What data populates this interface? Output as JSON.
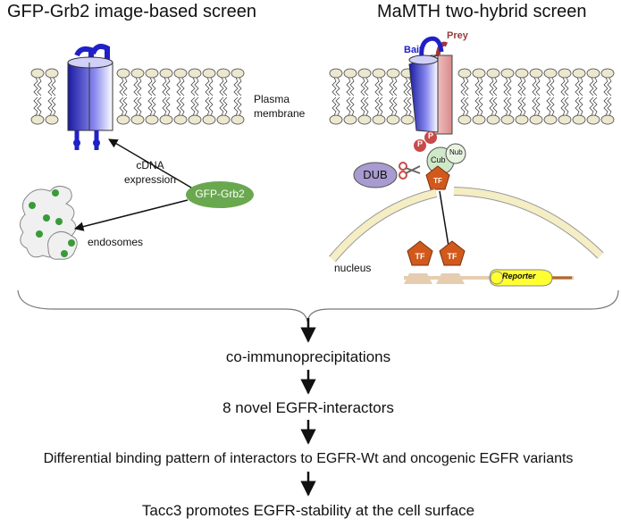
{
  "left_panel": {
    "title": "GFP-Grb2 image-based screen",
    "membrane_label_line1": "Plasma",
    "membrane_label_line2": "membrane",
    "expression_line1": "cDNA",
    "expression_line2": "expression",
    "protein_label": "GFP-Grb2",
    "endosomes_label": "endosomes"
  },
  "right_panel": {
    "title": "MaMTH two-hybrid screen",
    "prey_label": "Prey",
    "bait_label": "Bait",
    "phospho_label": "P",
    "cub_label": "Cub",
    "nub_label": "Nub",
    "dub_label": "DUB",
    "tf_label": "TF",
    "nucleus_label": "nucleus",
    "reporter_label": "Reporter"
  },
  "flow_steps": [
    "co-immunoprecipitations",
    "8 novel EGFR-interactors",
    "Differential binding pattern of interactors to EGFR-Wt and oncogenic EGFR variants",
    "Tacc3 promotes EGFR-stability at the cell surface"
  ],
  "colors": {
    "receptor_blue": "#3a3ad8",
    "prey_pink": "#e9a9a9",
    "grb2_green": "#6aa84f",
    "dub_purple": "#a89bd0",
    "tf_orange": "#d2591c",
    "reporter_yellow": "#ffff33",
    "lipid_head": "#ece8cf"
  }
}
